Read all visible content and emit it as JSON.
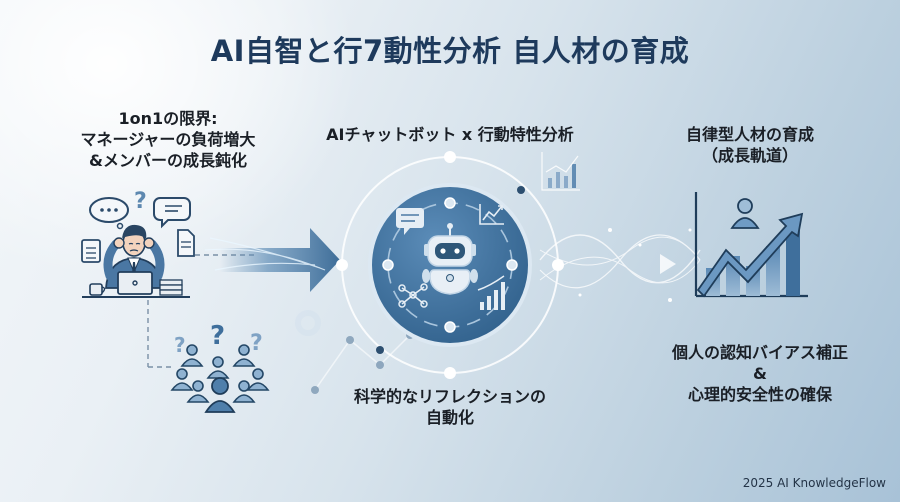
{
  "title": "AI自智と行7動性分析 自人材の育成",
  "left": {
    "heading_line1": "1on1の限界:",
    "heading_line2": "マネージャーの負荷増大",
    "heading_line3": "&メンバーの成長鈍化",
    "icons": [
      "stressed-manager-icon",
      "confused-team-icon"
    ]
  },
  "center": {
    "heading": "AIチャットボット x 行動特性分析",
    "caption_line1": "科学的なリフレクションの",
    "caption_line2": "自動化",
    "icons": [
      "ai-robot-icon",
      "chat-bubble-icon",
      "trend-chart-icon",
      "network-icon",
      "bar-chart-icon"
    ]
  },
  "right": {
    "heading_line1": "自律型人材の育成",
    "heading_line2": "（成長軌道）",
    "caption_line1": "個人の認知バイアス補正",
    "caption_line2": "&",
    "caption_line3": "心理的安全性の確保",
    "icons": [
      "growth-chart-icon",
      "person-icon"
    ]
  },
  "footer": "2025 AI KnowledgeFlow",
  "colors": {
    "title": "#1e3a5c",
    "accent_dark": "#2f5f8a",
    "accent_mid": "#4f82ad",
    "accent_light": "#8fb3d1",
    "background_light": "#eef3f7",
    "background_dark": "#a8c2d7"
  }
}
